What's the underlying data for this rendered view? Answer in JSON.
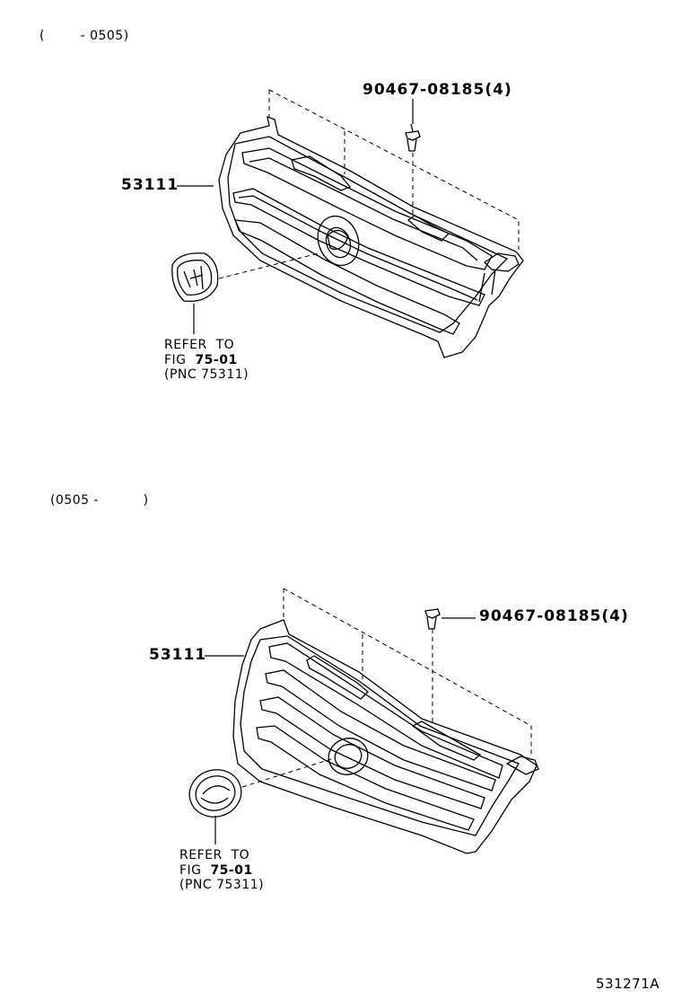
{
  "top": {
    "range": "(        - 0505)",
    "part_main": "53111",
    "part_clip": "90467-08185(4)",
    "ref_line1": "REFER  TO",
    "ref_fig_prefix": "FIG  ",
    "ref_fig_num": "75-01",
    "ref_pnc": "(PNC 75311)"
  },
  "bottom": {
    "range": "(0505 -          )",
    "part_main": "53111",
    "part_clip": "90467-08185(4)",
    "ref_line1": "REFER  TO",
    "ref_fig_prefix": "FIG  ",
    "ref_fig_num": "75-01",
    "ref_pnc": "(PNC 75311)"
  },
  "footer": {
    "code": "531271A"
  }
}
